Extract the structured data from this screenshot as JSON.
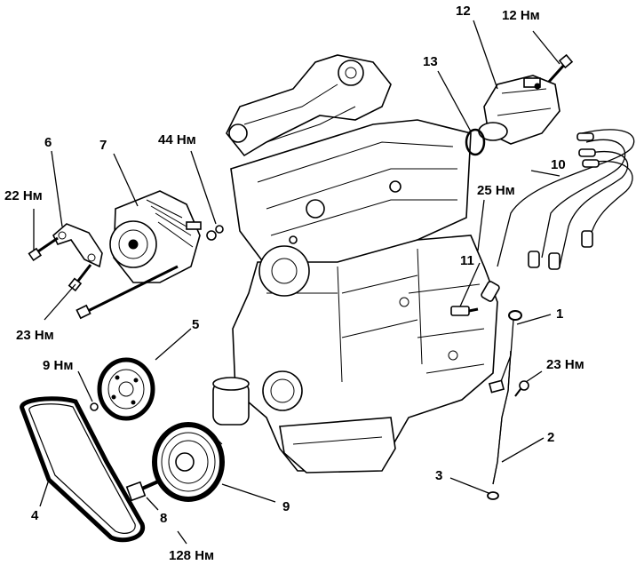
{
  "callouts": [
    {
      "id": "c1",
      "text": "1"
    },
    {
      "id": "c2",
      "text": "2"
    },
    {
      "id": "c3",
      "text": "3"
    },
    {
      "id": "c4",
      "text": "4"
    },
    {
      "id": "c5",
      "text": "5"
    },
    {
      "id": "c6",
      "text": "6"
    },
    {
      "id": "c7",
      "text": "7"
    },
    {
      "id": "c8",
      "text": "8"
    },
    {
      "id": "c9",
      "text": "9"
    },
    {
      "id": "c10",
      "text": "10"
    },
    {
      "id": "c11",
      "text": "11"
    },
    {
      "id": "c12",
      "text": "12"
    },
    {
      "id": "c13",
      "text": "13"
    }
  ],
  "torques": [
    {
      "id": "t12",
      "text": "12 Нм"
    },
    {
      "id": "t44",
      "text": "44 Нм"
    },
    {
      "id": "t22",
      "text": "22 Нм"
    },
    {
      "id": "t25",
      "text": "25 Нм"
    },
    {
      "id": "t23a",
      "text": "23 Нм"
    },
    {
      "id": "t23b",
      "text": "23 Нм"
    },
    {
      "id": "t9",
      "text": "9 Нм"
    },
    {
      "id": "t128",
      "text": "128 Нм"
    }
  ]
}
